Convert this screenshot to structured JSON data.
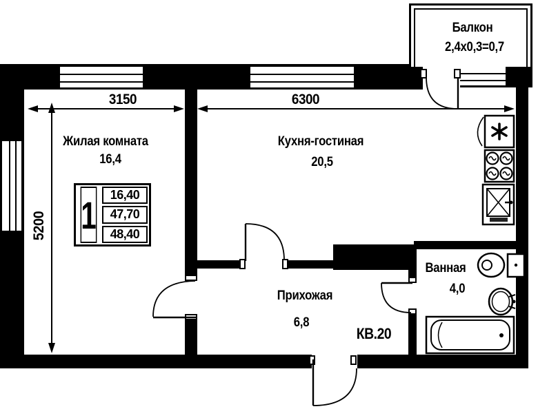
{
  "rooms": {
    "living": {
      "label": "Жилая комната",
      "area": "16,4"
    },
    "kitchen": {
      "label": "Кухня-гостиная",
      "area": "20,5"
    },
    "hallway": {
      "label": "Прихожая",
      "area": "6,8"
    },
    "bathroom": {
      "label": "Ванная",
      "area": "4,0"
    },
    "balcony": {
      "label": "Балкон",
      "dims": "2,4x0,3=0,7"
    }
  },
  "apartment_number": "КВ.20",
  "dims": {
    "living_width": "3150",
    "kitchen_width": "6300",
    "height": "5200"
  },
  "info_box": {
    "rooms_count": "1",
    "row1": "16,40",
    "row2": "47,70",
    "row3": "48,40"
  },
  "colors": {
    "wall": "#000000",
    "background": "#ffffff"
  }
}
